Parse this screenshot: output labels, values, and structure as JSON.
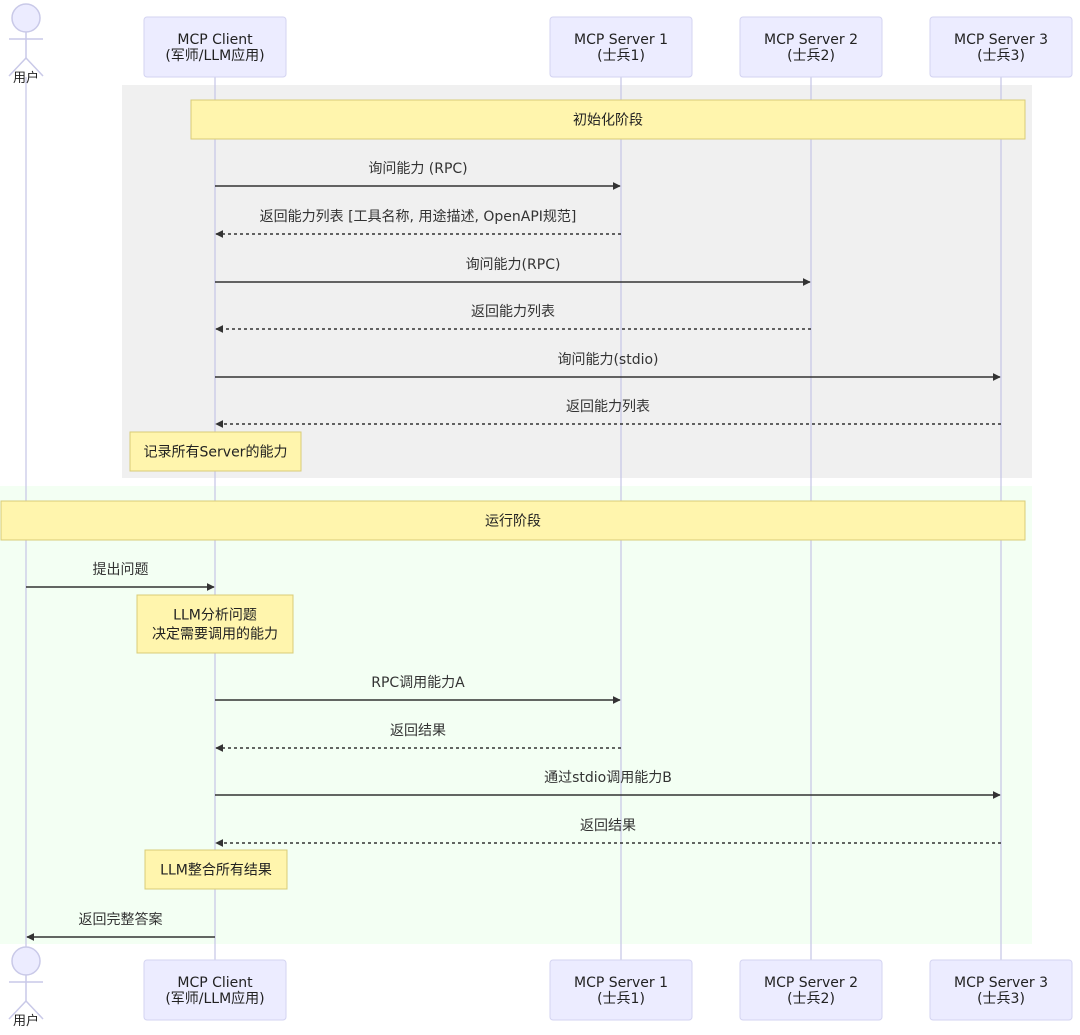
{
  "participants": [
    {
      "id": "user",
      "type": "actor",
      "label_lines": [
        "用户"
      ]
    },
    {
      "id": "client",
      "type": "box",
      "label_lines": [
        "MCP Client",
        "(军师/LLM应用)"
      ]
    },
    {
      "id": "s1",
      "type": "box",
      "label_lines": [
        "MCP Server 1",
        "(士兵1)"
      ]
    },
    {
      "id": "s2",
      "type": "box",
      "label_lines": [
        "MCP Server 2",
        "(士兵2)"
      ]
    },
    {
      "id": "s3",
      "type": "box",
      "label_lines": [
        "MCP Server 3",
        "(士兵3)"
      ]
    }
  ],
  "sections": [
    {
      "id": "init",
      "fill": "#f0f0f0"
    },
    {
      "id": "run",
      "fill": "#f3fff3"
    }
  ],
  "notes": [
    {
      "id": "init-phase",
      "lines": [
        "初始化阶段"
      ],
      "over": [
        "client",
        "s3"
      ]
    },
    {
      "id": "record",
      "lines": [
        "记录所有Server的能力"
      ],
      "over": [
        "client"
      ]
    },
    {
      "id": "run-phase",
      "lines": [
        "运行阶段"
      ],
      "over": [
        "user",
        "s3"
      ]
    },
    {
      "id": "analyze",
      "lines": [
        "LLM分析问题",
        "决定需要调用的能力"
      ],
      "over": [
        "client"
      ]
    },
    {
      "id": "merge",
      "lines": [
        "LLM整合所有结果"
      ],
      "over": [
        "client"
      ]
    }
  ],
  "messages": [
    {
      "from": "client",
      "to": "s1",
      "text": "询问能力 (RPC)",
      "style": "solid"
    },
    {
      "from": "s1",
      "to": "client",
      "text": "返回能力列表 [工具名称, 用途描述, OpenAPI规范]",
      "style": "dashed"
    },
    {
      "from": "client",
      "to": "s2",
      "text": "询问能力(RPC)",
      "style": "solid"
    },
    {
      "from": "s2",
      "to": "client",
      "text": "返回能力列表",
      "style": "dashed"
    },
    {
      "from": "client",
      "to": "s3",
      "text": "询问能力(stdio)",
      "style": "solid"
    },
    {
      "from": "s3",
      "to": "client",
      "text": "返回能力列表",
      "style": "dashed"
    },
    {
      "from": "user",
      "to": "client",
      "text": "提出问题",
      "style": "solid"
    },
    {
      "from": "client",
      "to": "s1",
      "text": "RPC调用能力A",
      "style": "solid"
    },
    {
      "from": "s1",
      "to": "client",
      "text": "返回结果",
      "style": "dashed"
    },
    {
      "from": "client",
      "to": "s3",
      "text": "通过stdio调用能力B",
      "style": "solid"
    },
    {
      "from": "s3",
      "to": "client",
      "text": "返回结果",
      "style": "dashed"
    },
    {
      "from": "client",
      "to": "user",
      "text": "返回完整答案",
      "style": "solid"
    }
  ]
}
